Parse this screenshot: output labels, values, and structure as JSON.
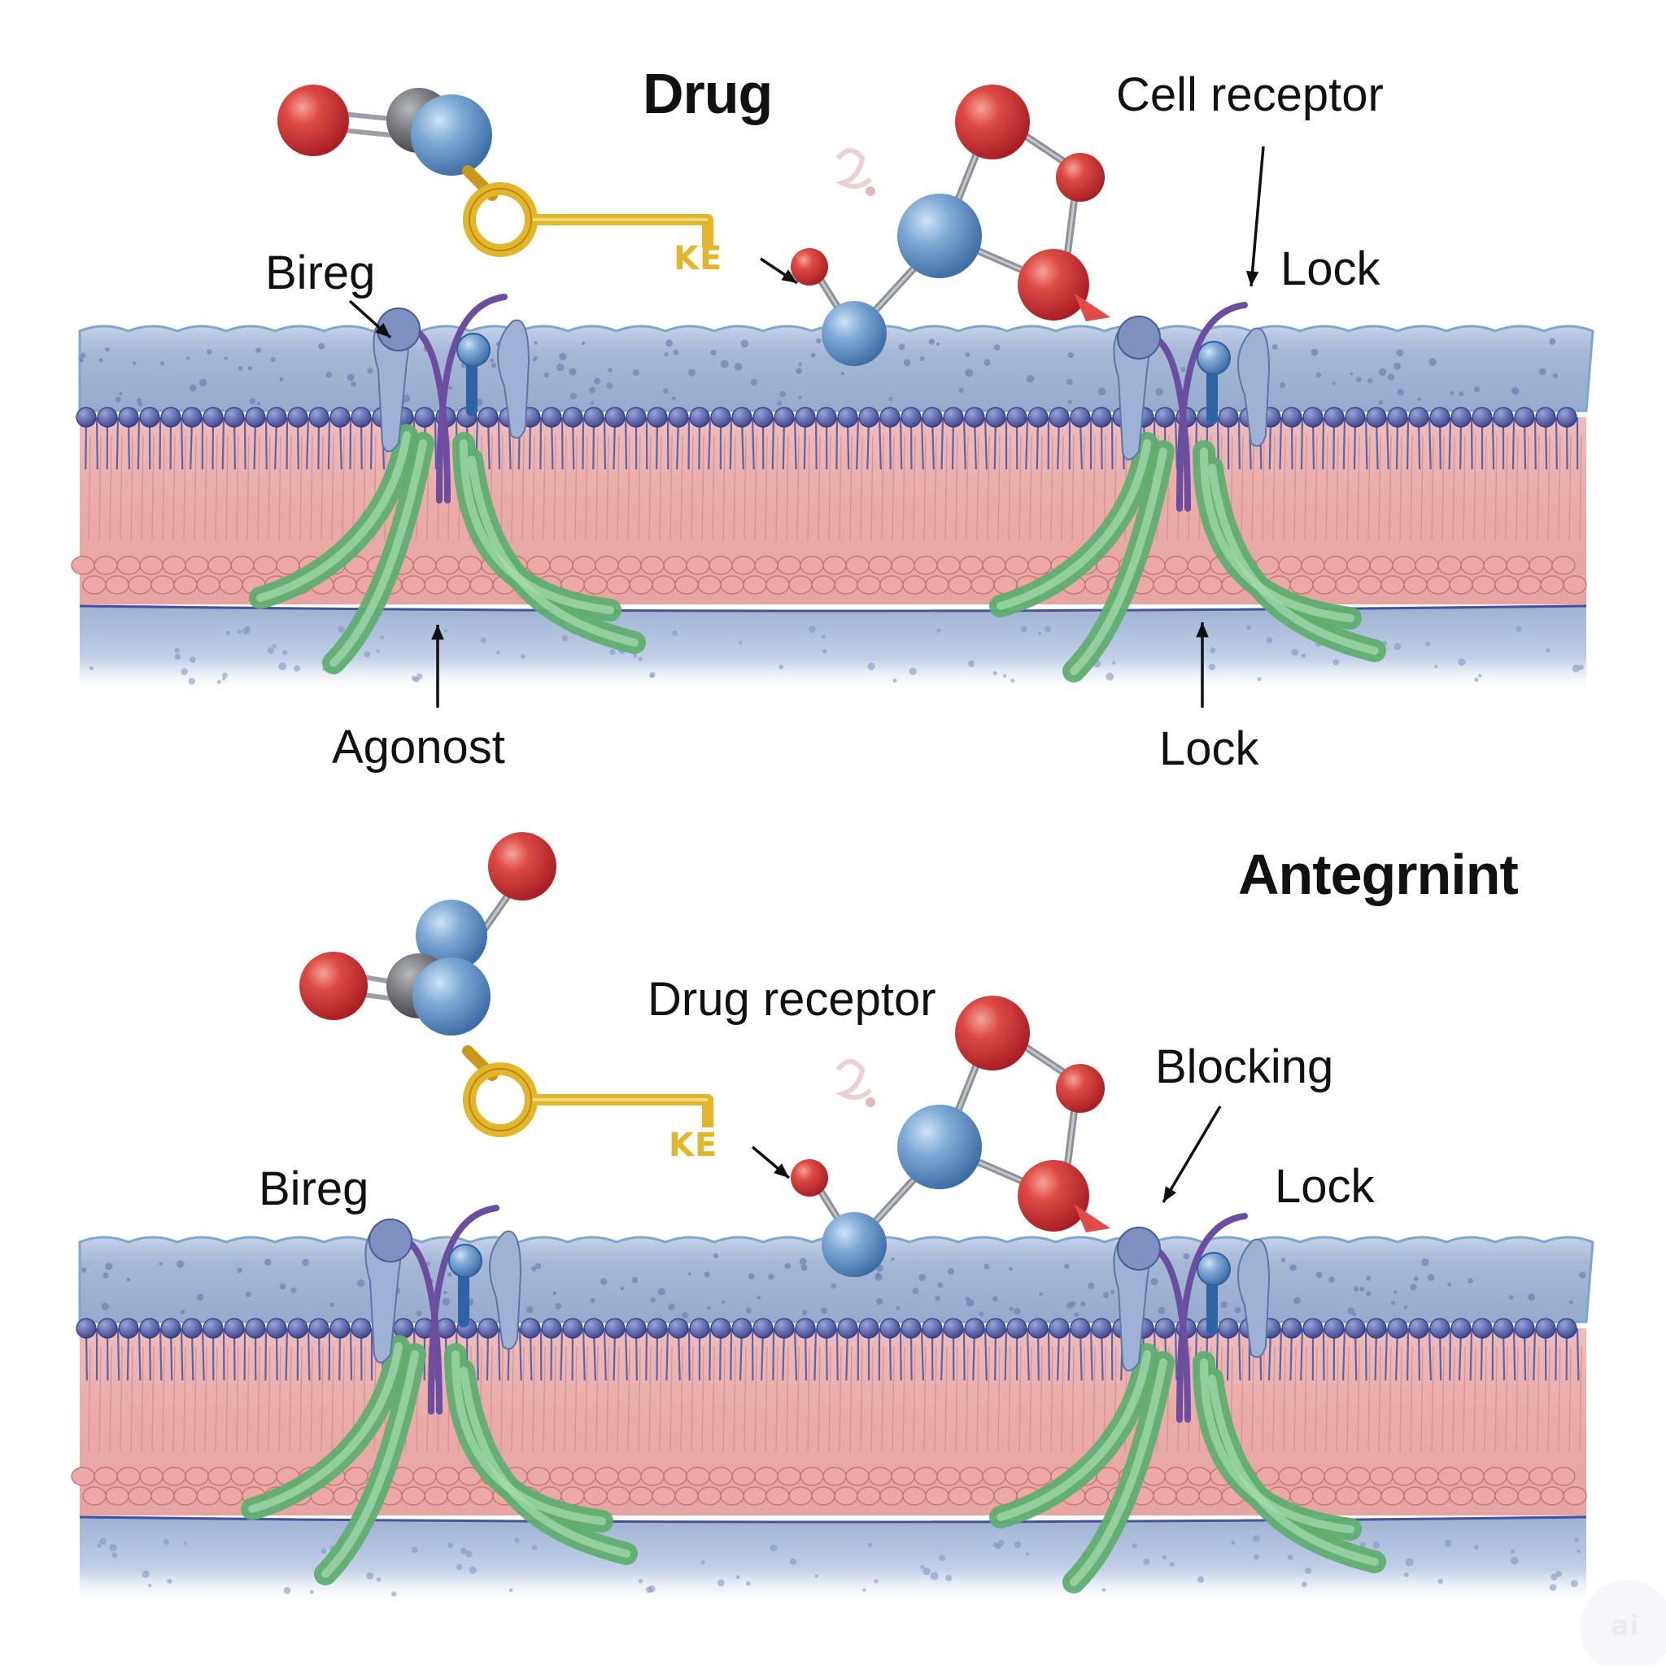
{
  "panel_top": {
    "title": "Drug",
    "labels": {
      "cell_receptor": "Cell receptor",
      "bireg": "Bireg",
      "lock_upper": "Lock",
      "agonost": "Agonost",
      "lock_lower": "Lock",
      "key_text": "KE"
    }
  },
  "panel_bottom": {
    "title": "Antegrnint",
    "labels": {
      "drug_receptor": "Drug receptor",
      "blocking": "Blocking",
      "bireg": "Bireg",
      "lock": "Lock",
      "key_text": "KE"
    }
  },
  "watermark": "ai",
  "colors": {
    "membrane_outer": "#a9b9d8",
    "membrane_core": "#eab0ae",
    "lipid_head": "#5660a8",
    "atom_red": "#d93a3a",
    "atom_blue": "#6f9fd0",
    "atom_gray": "#75787d",
    "key_gold": "#e3b52a",
    "protein_green": "#79c48a",
    "protein_purple": "#6b4ea0",
    "protein_blue": "#3a6fb0"
  }
}
